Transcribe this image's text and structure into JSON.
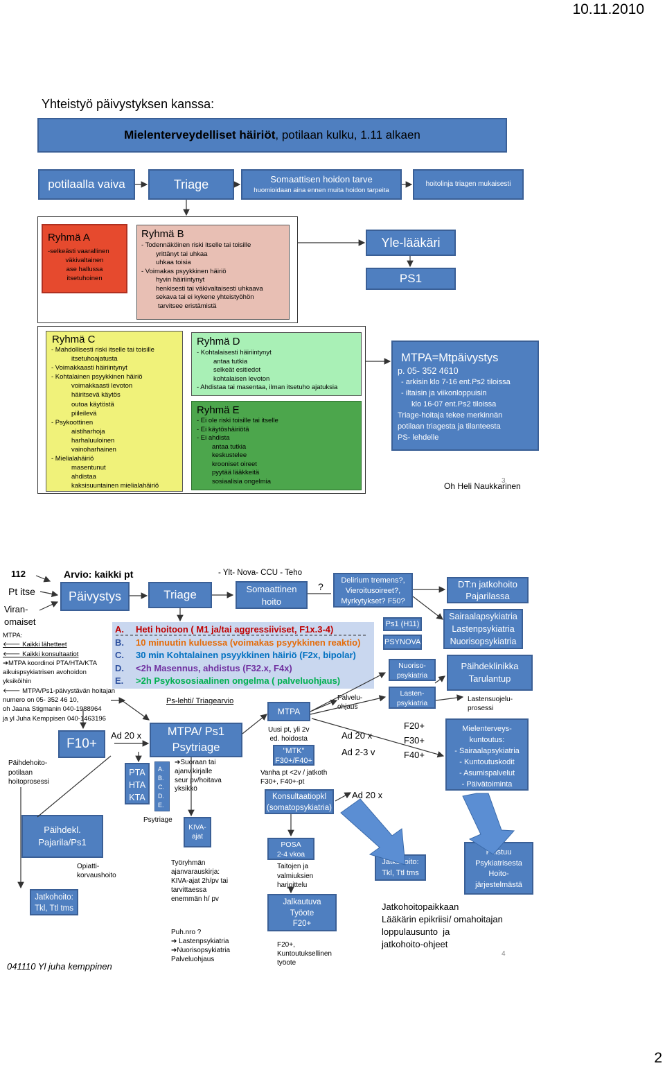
{
  "page1": {
    "date": "10.11.2010",
    "heading": "Yhteistyö päivystyksen kanssa:",
    "title_bold": "Mielenterveydelliset häiriöt",
    "title_rest": ", potilaan kulku, 1.11 alkaen",
    "flow": {
      "vaiva": "potilaalla vaiva",
      "triage": "Triage",
      "somaattinen_title": "Somaattisen hoidon tarve",
      "somaattinen_sub": "huomioidaan aina ennen muita hoidon tarpeita",
      "hoitolinja": "hoitolinja triagen mukaisesti"
    },
    "ryhma_a": {
      "title": "Ryhmä A",
      "lines": [
        "-selkeästi vaarallinen",
        "väkivaltainen",
        "ase hallussa",
        "itsetuhoinen"
      ]
    },
    "ryhma_b": {
      "title": "Ryhmä B",
      "lines": [
        "- Todennäköinen riski itselle tai toisille",
        "yrittänyt tai uhkaa",
        "uhkaa toisia",
        "- Voimakas psyykkinen häiriö",
        "hyvin häiriintynyt",
        "henkisesti tai väkivaltaisesti uhkaava",
        "sekava tai ei kykene yhteistyöhön",
        "tarvitsee eristämistä"
      ]
    },
    "yle_laakari": "Yle-lääkäri",
    "ps1": "PS1",
    "ryhma_c": {
      "title": "Ryhmä C",
      "lines": [
        "- Mahdollisesti  riski itselle tai toisille",
        "itsetuhoajatusta",
        "- Voimakkaasti häiriintynyt",
        " - Kohtalainen psyykkinen häiriö",
        "voimakkaasti levoton",
        "häiritsevä käytös",
        "outoa käytöstä",
        "piileilevä",
        "- Psykoottinen",
        "aistiharhoja",
        "harhaluuloinen",
        "vainoharhainen",
        "- Mielialahäiriö",
        "masentunut",
        "ahdistaa",
        "kaksisuuntainen mielialahäiriö"
      ]
    },
    "ryhma_d": {
      "title": "Ryhmä D",
      "lines": [
        "- Kohtalaisesti häiriintynyt",
        "antaa tutkia",
        "selkeät esitiedot",
        "kohtalaisen levoton",
        "- Ahdistaa tai masentaa, ilman itsetuho ajatuksia"
      ]
    },
    "ryhma_e": {
      "title": "Ryhmä E",
      "lines": [
        "- Ei ole riski toisille tai itselle",
        "- Ei käytöshäiriötä",
        "- Ei ahdista",
        "antaa tutkia",
        "keskustelee",
        "krooniset oireet",
        "pyytää lääkkeitä",
        "sosiaalisia ongelmia"
      ]
    },
    "mtpa": {
      "title": "MTPA=Mtpäivystys",
      "lines": [
        "p. 05- 352 4610",
        "- arkisin klo 7-16 ent.Ps2 tiloissa",
        "- iltaisin ja viikonloppuisin",
        "klo 16-07 ent.Ps2 tiloissa",
        "Triage-hoitaja tekee merkinnän",
        "potilaan triagesta ja tilanteesta",
        "PS- lehdelle"
      ]
    },
    "page_num": "3",
    "author": "Oh Heli Naukkarinen"
  },
  "page2": {
    "n112": "112",
    "pt_itse": "Pt itse",
    "viranomaiset": "Viran-\nomaiset",
    "arvio": "Arvio: kaikki pt",
    "paivystys": "Päivystys",
    "triage": "Triage",
    "ylt": "- Ylt- Nova- CCU - Teho",
    "somaattinen": "Somaattinen\nhoito",
    "question": "?",
    "delirium": "Delirium tremens?,\nVieroitusoireet?,\nMyrkytykset? F50?",
    "dt_jatkohoito": "DT:n jatkohoito\nPajarilassa",
    "sairaala": "Sairaalapsykiatria\nLastenpsykiatria\nNuorisopsykiatria",
    "ps1h": "Ps1 (H11)",
    "psynova": "PSYNOVA",
    "triage_levels": [
      {
        "letter": "A.",
        "text": "Heti hoitoon ( M1 ja/tai aggressiiviset, F1x.3-4)",
        "color": "#c00000"
      },
      {
        "letter": "B.",
        "text": "10 minuutin kuluessa (voimakas psyykkinen reaktio)",
        "color": "#e46c0a"
      },
      {
        "letter": "C.",
        "text": "30 min  Kohtalainen psyykkinen häiriö (F2x, bipolar)",
        "color": "#0070c0"
      },
      {
        "letter": "D.",
        "text": "<2h Masennus, ahdistus (F32.x, F4x)",
        "color": "#7030a0"
      },
      {
        "letter": "E.",
        "text": ">2h Psykososiaalinen ongelma ( palveluohjaus)",
        "color": "#00b050"
      }
    ],
    "mtpa_left": [
      "MTPA:",
      "🡐 Kaikki lähetteet",
      "🡐 Kaikki konsultaatiot",
      "➔MTPA koordinoi PTA/HTA/KTA",
      "aikuispsykiatrisen avohoidon",
      "yksiköihin",
      "🡐 MTPA/Ps1-päivystävän hoitajan",
      "numero on 05- 352 46 10,",
      "oh Jaana Stigmanin 040-1988964",
      "ja yl Juha Kemppisen 040-1463196"
    ],
    "f10": "F10+",
    "paihdehoito": "Päihdehoito-\npotilaan\nhoitoprosessi",
    "paihdekl": "Päihdekl.\nPajarila/Ps1",
    "opiatti": "Opiatti-\nkorvaushoito",
    "jatkohoito_left": "Jatkohoito:\nTkl, Ttl tms",
    "footer": "041110 Yl juha kemppinen",
    "ad20x_left": "Ad 20  x",
    "pta": "PTA\nHTA\nKTA",
    "abcde": "A.\nB.\nC.\nD.\nE.",
    "psytriage": "Psytriage",
    "ps_lehti": "Ps-lehti/ Triagearvio",
    "mtpa_ps1": "MTPA/ Ps1\nPsytriage",
    "suoraan": "➔Suoraan tai\najanv.kirjalle\nseur pv/hoitava\nyksikkö",
    "kiva": "KIVA-\najat",
    "tyoryhman": "Työryhmän\najanvarauskirja:\nKIVA-ajat 2h/pv tai\ntarvittaessa\nenemmän h/ pv",
    "puhnro": "Puh.nro ?\n➔ Lastenpsykiatria\n➔Nuorisopsykiatria\nPalveluohjaus",
    "mtpa_box": "MTPA",
    "uusi_pt": "Uusi pt, yli 2v\ned. hoidosta",
    "mtk": "\"MTK\"\nF30+/F40+",
    "vanha_pt": "Vanha pt <2v / jatkoth\nF30+, F40+-pt",
    "konsultaatio": "Konsultaatiopkl\n(somatopsykiatria)",
    "posa": "POSA\n2-4 vkoa",
    "taitojen": "Taitojen ja\nvalmiuksien\nharjoittelu",
    "jalkautuva": "Jalkautuva\nTyöote\nF20+",
    "f20_kuntoutus": "F20+,\nKuntoutuksellinen\ntyöote",
    "palveluohjaus": "Palvelu-\nohjaus",
    "ad20x": "Ad 20  x",
    "ad23v": "Ad 2-3 v",
    "ad20x_low": "Ad 20  x",
    "nuoriso": "Nuoriso-\npsykiatria",
    "lasten": "Lasten-\npsykiatria",
    "f_codes": "F20+\nF30+\nF40+",
    "paihdeklinikka": "Päihdeklinikka\nTarulantup",
    "lastensuojelu": "Lastensuojelu-\nprosessi",
    "mielenterveys": "Mielenterveys-\nkuntoutus:\n- Sairaalapsykiatria\n- Kuntoutuskodit\n- Asumispalvelut\n- Päivätoiminta",
    "jatkohoito_right": "Jatkohoito:\nTkl, Ttl tms",
    "poistuu": "Poistuu\nPsykiatrisesta\nHoito-\njärjestelmästä",
    "jatkohoitopaikkaan": "Jatkohoitopaikkaan\nLääkärin epikriisi/ omahoitajan\nloppulausunto  ja\njatkohoito-ohjeet",
    "page_num": "4"
  },
  "page_corner": "2"
}
